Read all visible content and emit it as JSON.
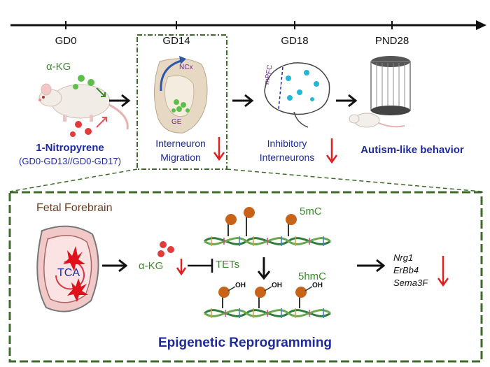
{
  "timeline": {
    "ticks": [
      "GD0",
      "GD14",
      "GD18",
      "PND28"
    ]
  },
  "exposure": {
    "akg_label": "α-KG",
    "agent": "1-Nitropyrene",
    "window": "(GD0-GD13//GD0-GD17)"
  },
  "gd14": {
    "ncx_label": "NCx",
    "ge_label": "GE",
    "caption_line1": "Interneuron",
    "caption_line2": "Migration"
  },
  "gd18": {
    "mpfc_label": "mPFC",
    "caption_line1": "Inhibitory",
    "caption_line2": "Interneurons"
  },
  "pnd28": {
    "caption": "Autism-like behavior"
  },
  "mechanism": {
    "panel_title": "Fetal Forebrain",
    "tca_label": "TCA",
    "akg_label": "α-KG",
    "tets_label": "TETs",
    "mark_5mc": "5mC",
    "mark_5hmc": "5hmC",
    "oh_label": "OH",
    "genes": [
      "Nrg1",
      "ErBb4",
      "Sema3F"
    ],
    "footer": "Epigenetic Reprogramming"
  },
  "colors": {
    "arrow": "#111111",
    "down_arrow": "#e02020",
    "green_text": "#3b8a2b",
    "navy_text": "#1d2b9e",
    "frame_green": "#3d6b2a",
    "methyl_orange": "#c8641a"
  }
}
